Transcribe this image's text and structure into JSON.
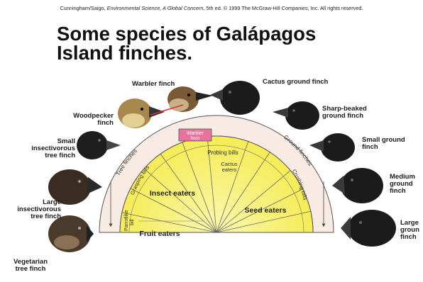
{
  "credit": {
    "authors": "Cunningham/Saigo,",
    "book": "Environmental Science, A Global Concern",
    "edition": ", 5th ed. © 1999 The McGraw-Hill Companies, Inc. All rights reserved."
  },
  "title": {
    "line1": "Some species of Galápagos",
    "line2": "Island finches."
  },
  "finches": {
    "warbler": "Warbler finch",
    "cactus_ground": "Cactus ground finch",
    "woodpecker_1": "Woodpecker",
    "woodpecker_2": "finch",
    "sharp_beaked_1": "Sharp-beaked",
    "sharp_beaked_2": "ground finch",
    "small_insectivorous_1": "Small",
    "small_insectivorous_2": "insectivorous",
    "small_insectivorous_3": "tree finch",
    "small_ground_1": "Small ground",
    "small_ground_2": "finch",
    "large_insectivorous_1": "Large",
    "large_insectivorous_2": "insectivorous",
    "large_insectivorous_3": "tree finch",
    "medium_ground_1": "Medium",
    "medium_ground_2": "ground",
    "medium_ground_3": "finch",
    "large_ground_1": "Large",
    "large_ground_2": "groun",
    "large_ground_3": "finch",
    "vegetarian_1": "Vegetarian",
    "vegetarian_2": "tree finch"
  },
  "diagram": {
    "warbler_box_1": "Warbler",
    "warbler_box_2": "finch",
    "probing_bills": "Probing bills",
    "grasping_bills": "Grasping bills",
    "crushing_bills": "Crushing bills",
    "cactus_eaters_1": "Cactus",
    "cactus_eaters_2": "eaters",
    "insect_eaters": "Insect eaters",
    "seed_eaters": "Seed eaters",
    "fruit_eaters": "Fruit eaters",
    "parrotlike_1": "Parrotlike",
    "parrotlike_2": "bill",
    "tree_finches": "Tree finches",
    "ground_finches": "Ground finches"
  },
  "colors": {
    "fan_yellow": "#f6ee5c",
    "fan_light": "#fbf7a8",
    "band": "#f7ebe4",
    "warbler_box": "#e8739c",
    "finch_dark": "#1b1b1b"
  }
}
